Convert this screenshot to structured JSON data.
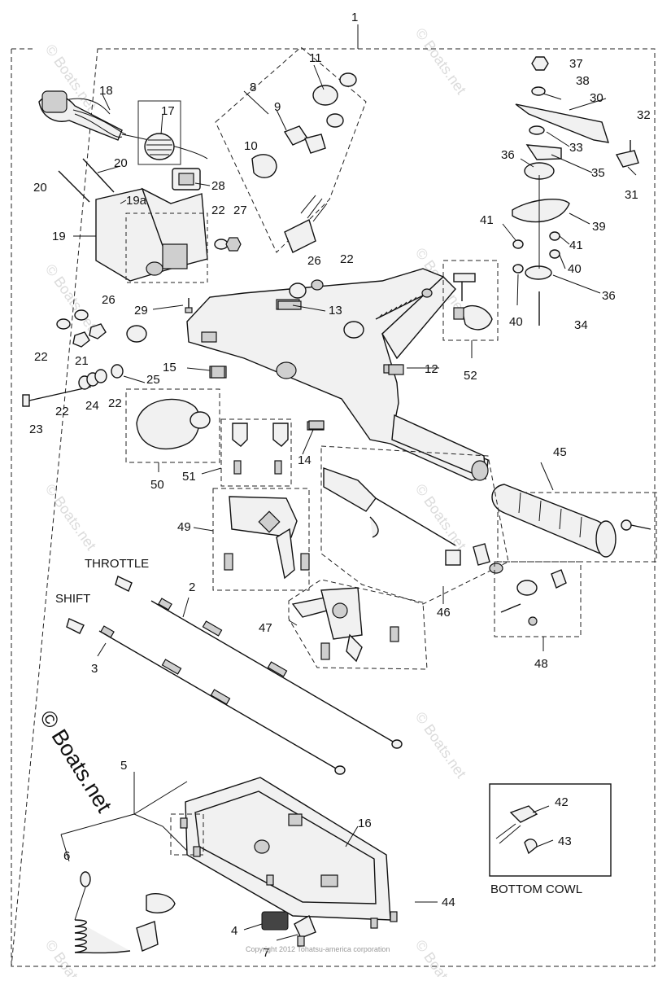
{
  "diagram": {
    "callouts": [
      {
        "id": "c1",
        "text": "1"
      },
      {
        "id": "c2",
        "text": "2"
      },
      {
        "id": "c3",
        "text": "3"
      },
      {
        "id": "c4",
        "text": "4"
      },
      {
        "id": "c5",
        "text": "5"
      },
      {
        "id": "c6",
        "text": "6"
      },
      {
        "id": "c7",
        "text": "7"
      },
      {
        "id": "c8",
        "text": "8"
      },
      {
        "id": "c9",
        "text": "9"
      },
      {
        "id": "c10",
        "text": "10"
      },
      {
        "id": "c11",
        "text": "11"
      },
      {
        "id": "c12",
        "text": "12"
      },
      {
        "id": "c13",
        "text": "13"
      },
      {
        "id": "c14",
        "text": "14"
      },
      {
        "id": "c15",
        "text": "15"
      },
      {
        "id": "c16",
        "text": "16"
      },
      {
        "id": "c17",
        "text": "17"
      },
      {
        "id": "c18",
        "text": "18"
      },
      {
        "id": "c19",
        "text": "19"
      },
      {
        "id": "c19a",
        "text": "19a"
      },
      {
        "id": "c20a",
        "text": "20"
      },
      {
        "id": "c20b",
        "text": "20"
      },
      {
        "id": "c21",
        "text": "21"
      },
      {
        "id": "c22a",
        "text": "22"
      },
      {
        "id": "c22b",
        "text": "22"
      },
      {
        "id": "c22c",
        "text": "22"
      },
      {
        "id": "c22d",
        "text": "22"
      },
      {
        "id": "c22e",
        "text": "22"
      },
      {
        "id": "c23",
        "text": "23"
      },
      {
        "id": "c24",
        "text": "24"
      },
      {
        "id": "c25",
        "text": "25"
      },
      {
        "id": "c26a",
        "text": "26"
      },
      {
        "id": "c26b",
        "text": "26"
      },
      {
        "id": "c27",
        "text": "27"
      },
      {
        "id": "c28",
        "text": "28"
      },
      {
        "id": "c29",
        "text": "29"
      },
      {
        "id": "c30",
        "text": "30"
      },
      {
        "id": "c31",
        "text": "31"
      },
      {
        "id": "c32",
        "text": "32"
      },
      {
        "id": "c33",
        "text": "33"
      },
      {
        "id": "c34",
        "text": "34"
      },
      {
        "id": "c35",
        "text": "35"
      },
      {
        "id": "c36a",
        "text": "36"
      },
      {
        "id": "c36b",
        "text": "36"
      },
      {
        "id": "c37",
        "text": "37"
      },
      {
        "id": "c38",
        "text": "38"
      },
      {
        "id": "c39",
        "text": "39"
      },
      {
        "id": "c40a",
        "text": "40"
      },
      {
        "id": "c40b",
        "text": "40"
      },
      {
        "id": "c41a",
        "text": "41"
      },
      {
        "id": "c41b",
        "text": "41"
      },
      {
        "id": "c42",
        "text": "42"
      },
      {
        "id": "c43",
        "text": "43"
      },
      {
        "id": "c44",
        "text": "44"
      },
      {
        "id": "c45",
        "text": "45"
      },
      {
        "id": "c46",
        "text": "46"
      },
      {
        "id": "c47",
        "text": "47"
      },
      {
        "id": "c48",
        "text": "48"
      },
      {
        "id": "c49",
        "text": "49"
      },
      {
        "id": "c50",
        "text": "50"
      },
      {
        "id": "c51",
        "text": "51"
      },
      {
        "id": "c52",
        "text": "52"
      }
    ],
    "captions": {
      "throttle": "THROTTLE",
      "shift": "SHIFT",
      "bottom_cowl": "BOTTOM COWL"
    },
    "watermark": "© Boats.net",
    "copyright": "Copyright 2012 Tohatsu-america corporation"
  }
}
